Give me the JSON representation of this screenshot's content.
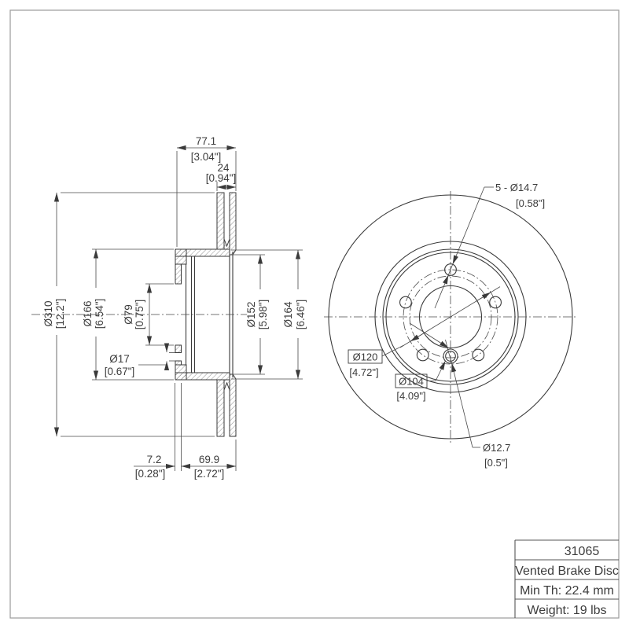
{
  "section_view": {
    "dims": {
      "overall_width": {
        "mm": "77.1",
        "in": "[3.04\"]"
      },
      "plate_thickness": {
        "mm": "24",
        "in": "[0.94\"]"
      },
      "outer_dia": {
        "mm": "Ø310",
        "in": "[12.2\"]"
      },
      "flange_dia": {
        "mm": "Ø166",
        "in": "[6.54\"]"
      },
      "bore_dia": {
        "mm": "Ø79",
        "in": "[0.75\"]"
      },
      "hole_dia": {
        "mm": "Ø17",
        "in": "[0.67\"]"
      },
      "drum_inner_dia": {
        "mm": "Ø152",
        "in": "[5.98\"]"
      },
      "drum_outer_dia": {
        "mm": "Ø164",
        "in": "[6.46\"]"
      },
      "hat_face_width": {
        "mm": "7.2",
        "in": "[0.28\"]"
      },
      "hat_depth": {
        "mm": "69.9",
        "in": "[2.72\"]"
      }
    }
  },
  "front_view": {
    "dims": {
      "bolt_holes": {
        "mm": "5 - Ø14.7",
        "in": "[0.58\"]"
      },
      "bolt_circle_dia": {
        "mm": "Ø120",
        "in": "[4.72\"]"
      },
      "pin_circle_dia": {
        "mm": "Ø104",
        "in": "[4.09\"]"
      },
      "pin_hole_dia": {
        "mm": "Ø12.7",
        "in": "[0.5\"]"
      }
    }
  },
  "title_block": {
    "part_number": "31065",
    "product_type": "Vented Brake Disc",
    "min_thickness": "Min Th: 22.4 mm",
    "weight": "Weight: 19 lbs"
  },
  "colors": {
    "line": "#3a3a3a",
    "sheet_border": "#9b9b9b",
    "text": "#3c3c3c"
  }
}
